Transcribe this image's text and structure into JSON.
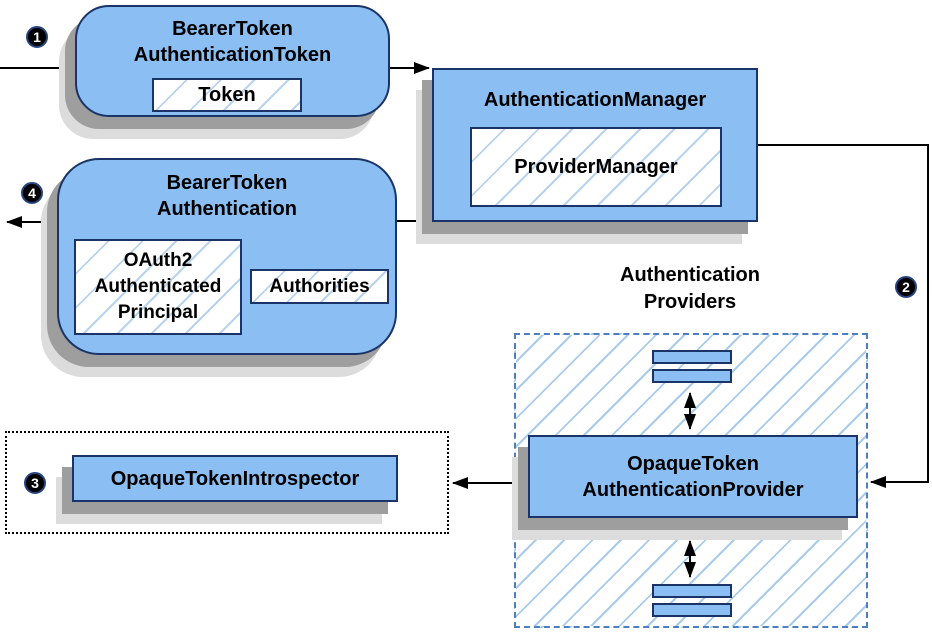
{
  "diagram": {
    "badges": {
      "one": "1",
      "two": "2",
      "three": "3",
      "four": "4"
    },
    "nodes": {
      "bearerTokenAuthenticationToken": {
        "line1": "BearerToken",
        "line2": "AuthenticationToken",
        "token": "Token"
      },
      "authenticationManager": {
        "title": "AuthenticationManager",
        "providerManager": "ProviderManager"
      },
      "bearerTokenAuthentication": {
        "line1": "BearerToken",
        "line2": "Authentication",
        "principal_line1": "OAuth2",
        "principal_line2": "Authenticated",
        "principal_line3": "Principal",
        "authorities": "Authorities"
      },
      "authenticationProviders": {
        "line1": "Authentication",
        "line2": "Providers"
      },
      "opaqueTokenAuthenticationProvider": {
        "line1": "OpaqueToken",
        "line2": "AuthenticationProvider"
      },
      "opaqueTokenIntrospector": {
        "title": "OpaqueTokenIntrospector"
      }
    },
    "colors": {
      "node_fill": "#8BBEF2",
      "node_border": "#1B3467",
      "hatch_stripe": "#A9CBEC",
      "dashed_border": "#4D7EBE",
      "dotted_border": "#000000",
      "shadow_dark": "#9E9E9E",
      "shadow_light": "#DCDCDC",
      "arrow": "#000000",
      "badge_bg": "#000000",
      "badge_text": "#FFFFFF",
      "text": "#000000"
    }
  }
}
